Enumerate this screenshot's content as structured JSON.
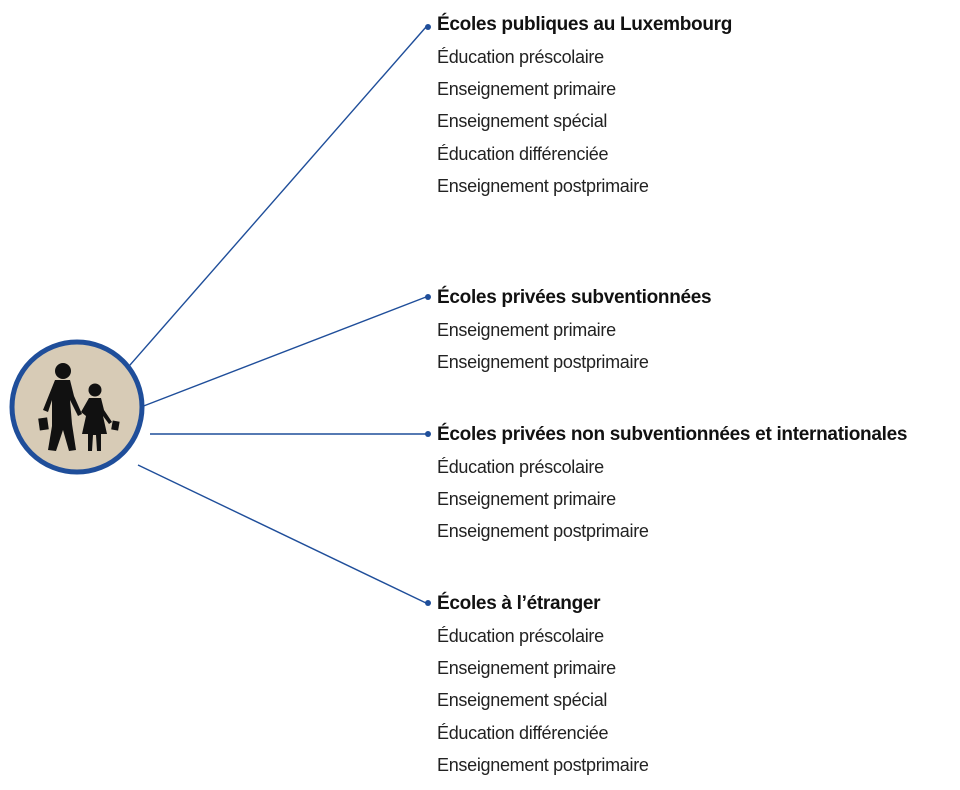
{
  "colors": {
    "connector": "#1f4e9a",
    "circle_border": "#1f4e9a",
    "circle_fill": "#d7cbb6",
    "silhouette": "#111111",
    "text": "#111111"
  },
  "icon": {
    "name": "school-children-crossing-icon"
  },
  "groups": [
    {
      "title": "Écoles publiques au Luxembourg",
      "items": [
        "Éducation préscolaire",
        "Enseignement primaire",
        "Enseignement spécial",
        "Éducation différenciée",
        "Enseignement postprimaire"
      ]
    },
    {
      "title": "Écoles privées subventionnées",
      "items": [
        "Enseignement primaire",
        "Enseignement postprimaire"
      ]
    },
    {
      "title": "Écoles privées non subventionnées et internationales",
      "items": [
        "Éducation préscolaire",
        "Enseignement primaire",
        "Enseignement postprimaire"
      ]
    },
    {
      "title": "Écoles à l’étranger",
      "items": [
        "Éducation préscolaire",
        "Enseignement primaire",
        "Enseignement spécial",
        "Éducation différenciée",
        "Enseignement postprimaire"
      ]
    }
  ]
}
